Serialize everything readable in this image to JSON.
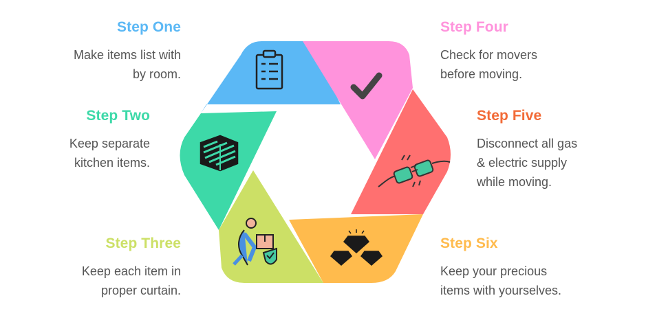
{
  "steps": [
    {
      "title": "Step One",
      "text": [
        "Make items list with",
        "by room."
      ],
      "color": "#5BB8F5",
      "icon": "clipboard-checklist-icon"
    },
    {
      "title": "Step Two",
      "text": [
        "Keep separate",
        "kitchen items."
      ],
      "color": "#3DD9A8",
      "icon": "box-icon"
    },
    {
      "title": "Step Three",
      "text": [
        "Keep each item in",
        "proper curtain."
      ],
      "color": "#CCE066",
      "icon": "mover-carrying-box-icon"
    },
    {
      "title": "Step Four",
      "text": [
        "Check for movers",
        "before moving."
      ],
      "color": "#FF93DC",
      "icon": "checkmark-icon"
    },
    {
      "title": "Step Five",
      "text": [
        "Disconnect all gas",
        "& electric supply",
        "while moving."
      ],
      "color": "#FF7070",
      "icon": "unplugged-cable-icon"
    },
    {
      "title": "Step Six",
      "text": [
        "Keep your precious",
        "items with yourselves."
      ],
      "color": "#FFBB4D",
      "icon": "diamonds-icon"
    }
  ],
  "title_colors": {
    "step_one": "#5BB8F5",
    "step_two": "#3DD9A8",
    "step_three": "#CCE066",
    "step_four": "#FF93DC",
    "step_five": "#F26B38",
    "step_six": "#FFBB4D"
  }
}
